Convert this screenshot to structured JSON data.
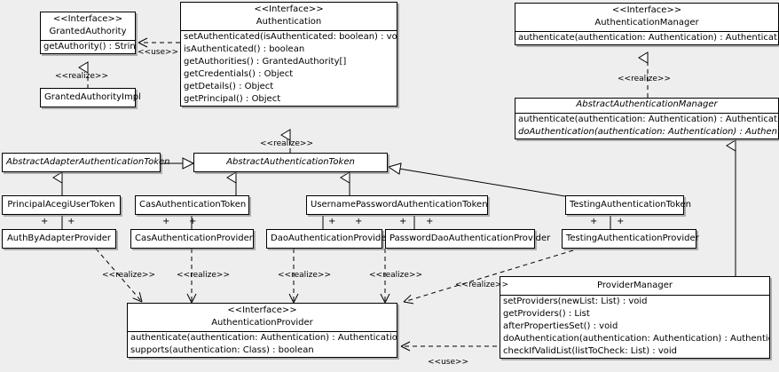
{
  "diagram": {
    "kind": "uml-class-diagram",
    "background": "#eeeeee",
    "line_color": "#000000",
    "box_fill": "#ffffff"
  },
  "classes": {
    "granted_authority": {
      "stereotype": "<<Interface>>",
      "name": "GrantedAuthority",
      "members": [
        "getAuthority() : String"
      ]
    },
    "granted_authority_impl": {
      "name": "GrantedAuthorityImpl",
      "members": []
    },
    "authentication": {
      "stereotype": "<<Interface>>",
      "name": "Authentication",
      "members": [
        "setAuthenticated(isAuthenticated: boolean) : void",
        "isAuthenticated() : boolean",
        "getAuthorities() : GrantedAuthority[]",
        "getCredentials() : Object",
        "getDetails() : Object",
        "getPrincipal() : Object"
      ]
    },
    "authentication_manager": {
      "stereotype": "<<Interface>>",
      "name": "AuthenticationManager",
      "members": [
        "authenticate(authentication: Authentication) : Authentication"
      ]
    },
    "abstract_authentication_manager": {
      "name": "AbstractAuthenticationManager",
      "abstract": true,
      "members": [
        "authenticate(authentication: Authentication) : Authentication",
        "doAuthentication(authentication: Authentication) : Authentication"
      ],
      "abstract_members": [
        false,
        true
      ]
    },
    "abstract_adapter_authentication_token": {
      "name": "AbstractAdapterAuthenticationToken",
      "abstract": true,
      "members": []
    },
    "abstract_authentication_token": {
      "name": "AbstractAuthenticationToken",
      "abstract": true,
      "members": []
    },
    "principal_acegi_user_token": {
      "name": "PrincipalAcegiUserToken",
      "members": []
    },
    "cas_authentication_token": {
      "name": "CasAuthenticationToken",
      "members": []
    },
    "username_password_authentication_token": {
      "name": "UsernamePasswordAuthenticationToken",
      "members": []
    },
    "testing_authentication_token": {
      "name": "TestingAuthenticationToken",
      "members": []
    },
    "auth_by_adapter_provider": {
      "name": "AuthByAdapterProvider",
      "members": []
    },
    "cas_authentication_provider": {
      "name": "CasAuthenticationProvider",
      "members": []
    },
    "dao_authentication_provider": {
      "name": "DaoAuthenticationProvider",
      "members": []
    },
    "password_dao_authentication_provider": {
      "name": "PasswordDaoAuthenticationProvider",
      "members": []
    },
    "testing_authentication_provider": {
      "name": "TestingAuthenticationProvider",
      "members": []
    },
    "authentication_provider": {
      "stereotype": "<<Interface>>",
      "name": "AuthenticationProvider",
      "members": [
        "authenticate(authentication: Authentication) : Authentication",
        "supports(authentication: Class) : boolean"
      ]
    },
    "provider_manager": {
      "name": "ProviderManager",
      "members": [
        "setProviders(newList: List) : void",
        "getProviders() : List",
        "afterPropertiesSet() : void",
        "doAuthentication(authentication: Authentication) : Authentication",
        "checkIfValidList(listToCheck: List) : void"
      ]
    }
  },
  "relations": {
    "use_authentication_grantedauthority": "<<use>>",
    "realize_grantedauthorityimpl": "<<realize>>",
    "realize_abstracttoken_authentication": "<<realize>>",
    "realize_abstractmanager_authenticationmanager": "<<realize>>",
    "realize_authbyadapter": "<<realize>>",
    "realize_casprovider": "<<realize>>",
    "realize_daoprovider": "<<realize>>",
    "realize_passworddaoprovider": "<<realize>>",
    "realize_testingprovider": "<<realize>>",
    "use_providermanager_authenticationprovider": "<<use>>"
  },
  "associations": {
    "multiplicity_marker": "+"
  }
}
